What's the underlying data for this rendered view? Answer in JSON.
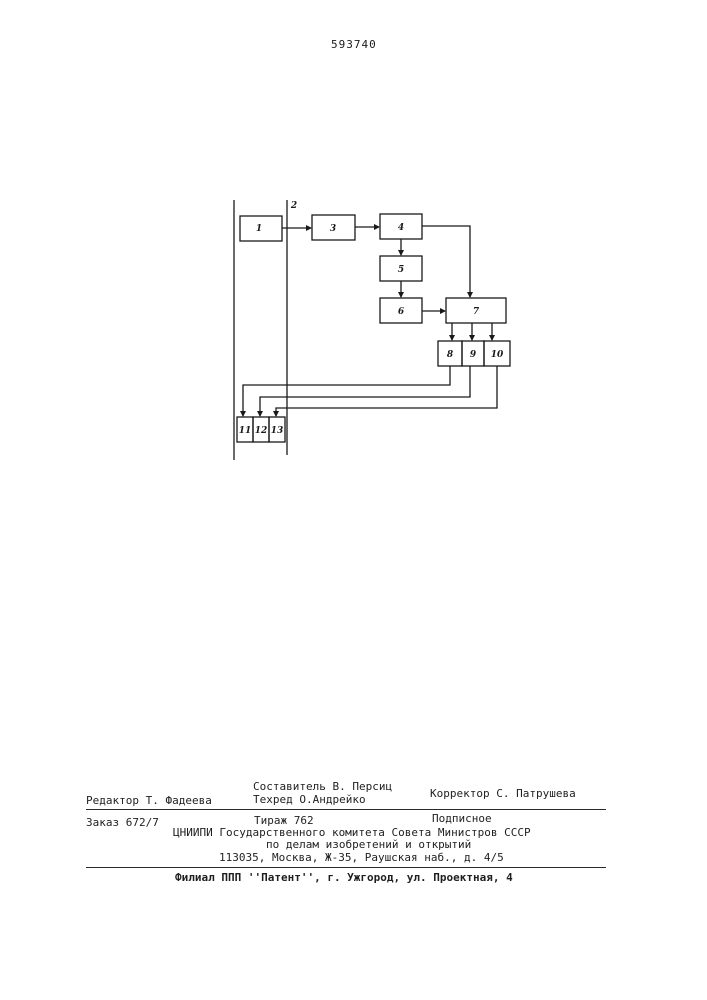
{
  "patent_number": "593740",
  "diagram": {
    "blocks": [
      {
        "id": "1",
        "label": "1"
      },
      {
        "id": "3",
        "label": "3"
      },
      {
        "id": "4",
        "label": "4"
      },
      {
        "id": "5",
        "label": "5"
      },
      {
        "id": "6",
        "label": "6"
      },
      {
        "id": "7",
        "label": "7"
      },
      {
        "id": "8",
        "label": "8"
      },
      {
        "id": "9",
        "label": "9"
      },
      {
        "id": "10",
        "label": "10"
      },
      {
        "id": "11",
        "label": "11"
      },
      {
        "id": "12",
        "label": "12"
      },
      {
        "id": "13",
        "label": "13"
      }
    ],
    "line_label": "2"
  },
  "imprint": {
    "compiler": "Составитель В. Персиц",
    "editor": "Редактор Т. Фадеева",
    "techred": "Техред О.Андрейко",
    "corrector": "Корректор  С. Патрушева",
    "order": "Заказ 672/7",
    "circulation": "Тираж 762",
    "subscription": "Подписное",
    "institute": "ЦНИИПИ Государственного комитета Совета Министров СССР",
    "affairs": "по делам изобретений и открытий",
    "address": "113035, Москва, Ж-35, Раушская наб., д. 4/5",
    "branch": "Филиал ППП ''Патент'', г. Ужгород, ул. Проектная, 4"
  }
}
